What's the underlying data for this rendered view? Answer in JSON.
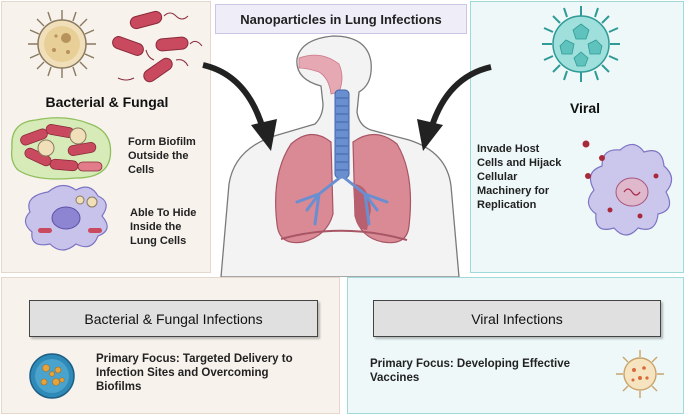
{
  "title": "Nanoparticles in Lung Infections",
  "bacterial": {
    "heading": "Bacterial & Fungal",
    "point1": [
      "Form Biofilm",
      "Outside the",
      "Cells"
    ],
    "point2": [
      "Able To Hide",
      "Inside the",
      "Lung Cells"
    ]
  },
  "viral": {
    "heading": "Viral",
    "point1": [
      "Invade Host",
      "Cells and Hijack",
      "Cellular",
      "Machinery for",
      "Replication"
    ]
  },
  "bottom_left": {
    "button": "Bacterial & Fungal Infections",
    "focus": [
      "Primary Focus: Targeted Delivery to",
      "Infection Sites and Overcoming",
      "Biofilms"
    ]
  },
  "bottom_right": {
    "button": "Viral Infections",
    "focus": [
      "Primary Focus: Developing Effective",
      "Vaccines"
    ]
  },
  "colors": {
    "bacteria": "#c94a5e",
    "virus": "#5fc2bd",
    "lung": "#c96a7a",
    "trachea": "#6a8fd0",
    "fungus": "#c9a36a"
  }
}
